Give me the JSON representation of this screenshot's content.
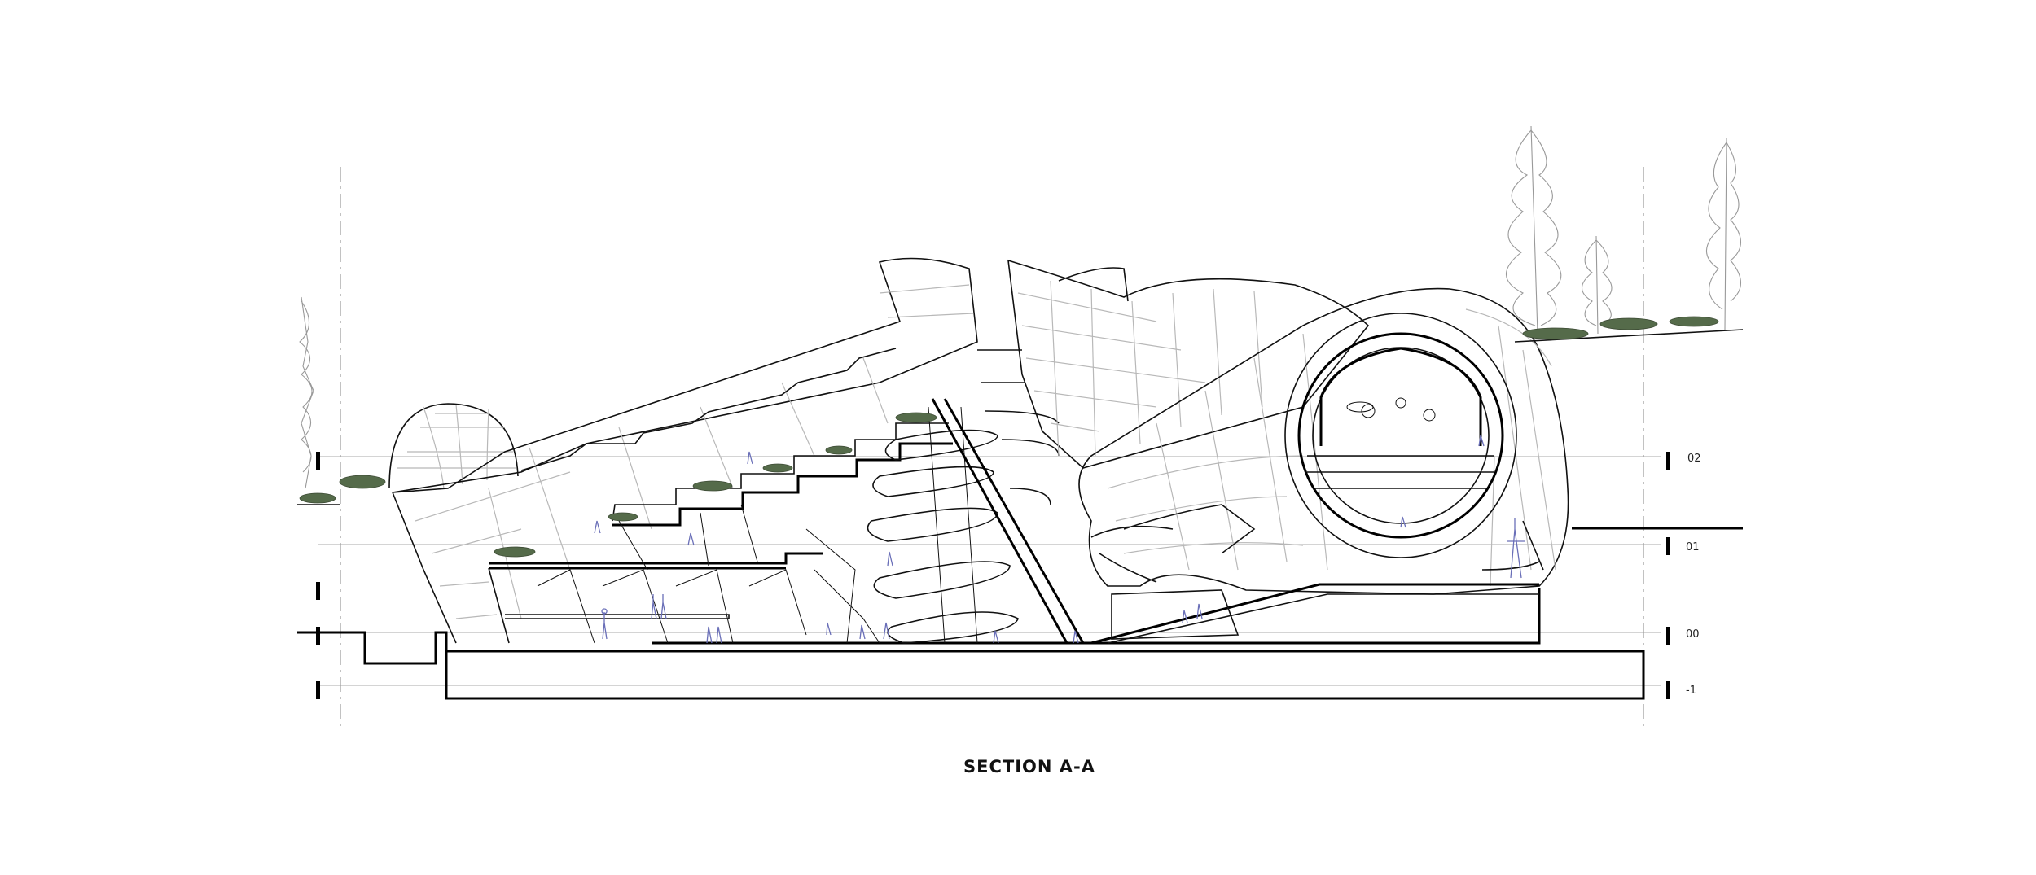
{
  "section_title": "SECTION A-A",
  "levels": [
    {
      "label": "02"
    },
    {
      "label": "01"
    },
    {
      "label": "00"
    },
    {
      "label": "-1"
    }
  ],
  "colors": {
    "line": "#000000",
    "grid": "#b8b8b8",
    "people": "#6a6fb8",
    "planting": "#556b4a",
    "background": "#ffffff"
  }
}
